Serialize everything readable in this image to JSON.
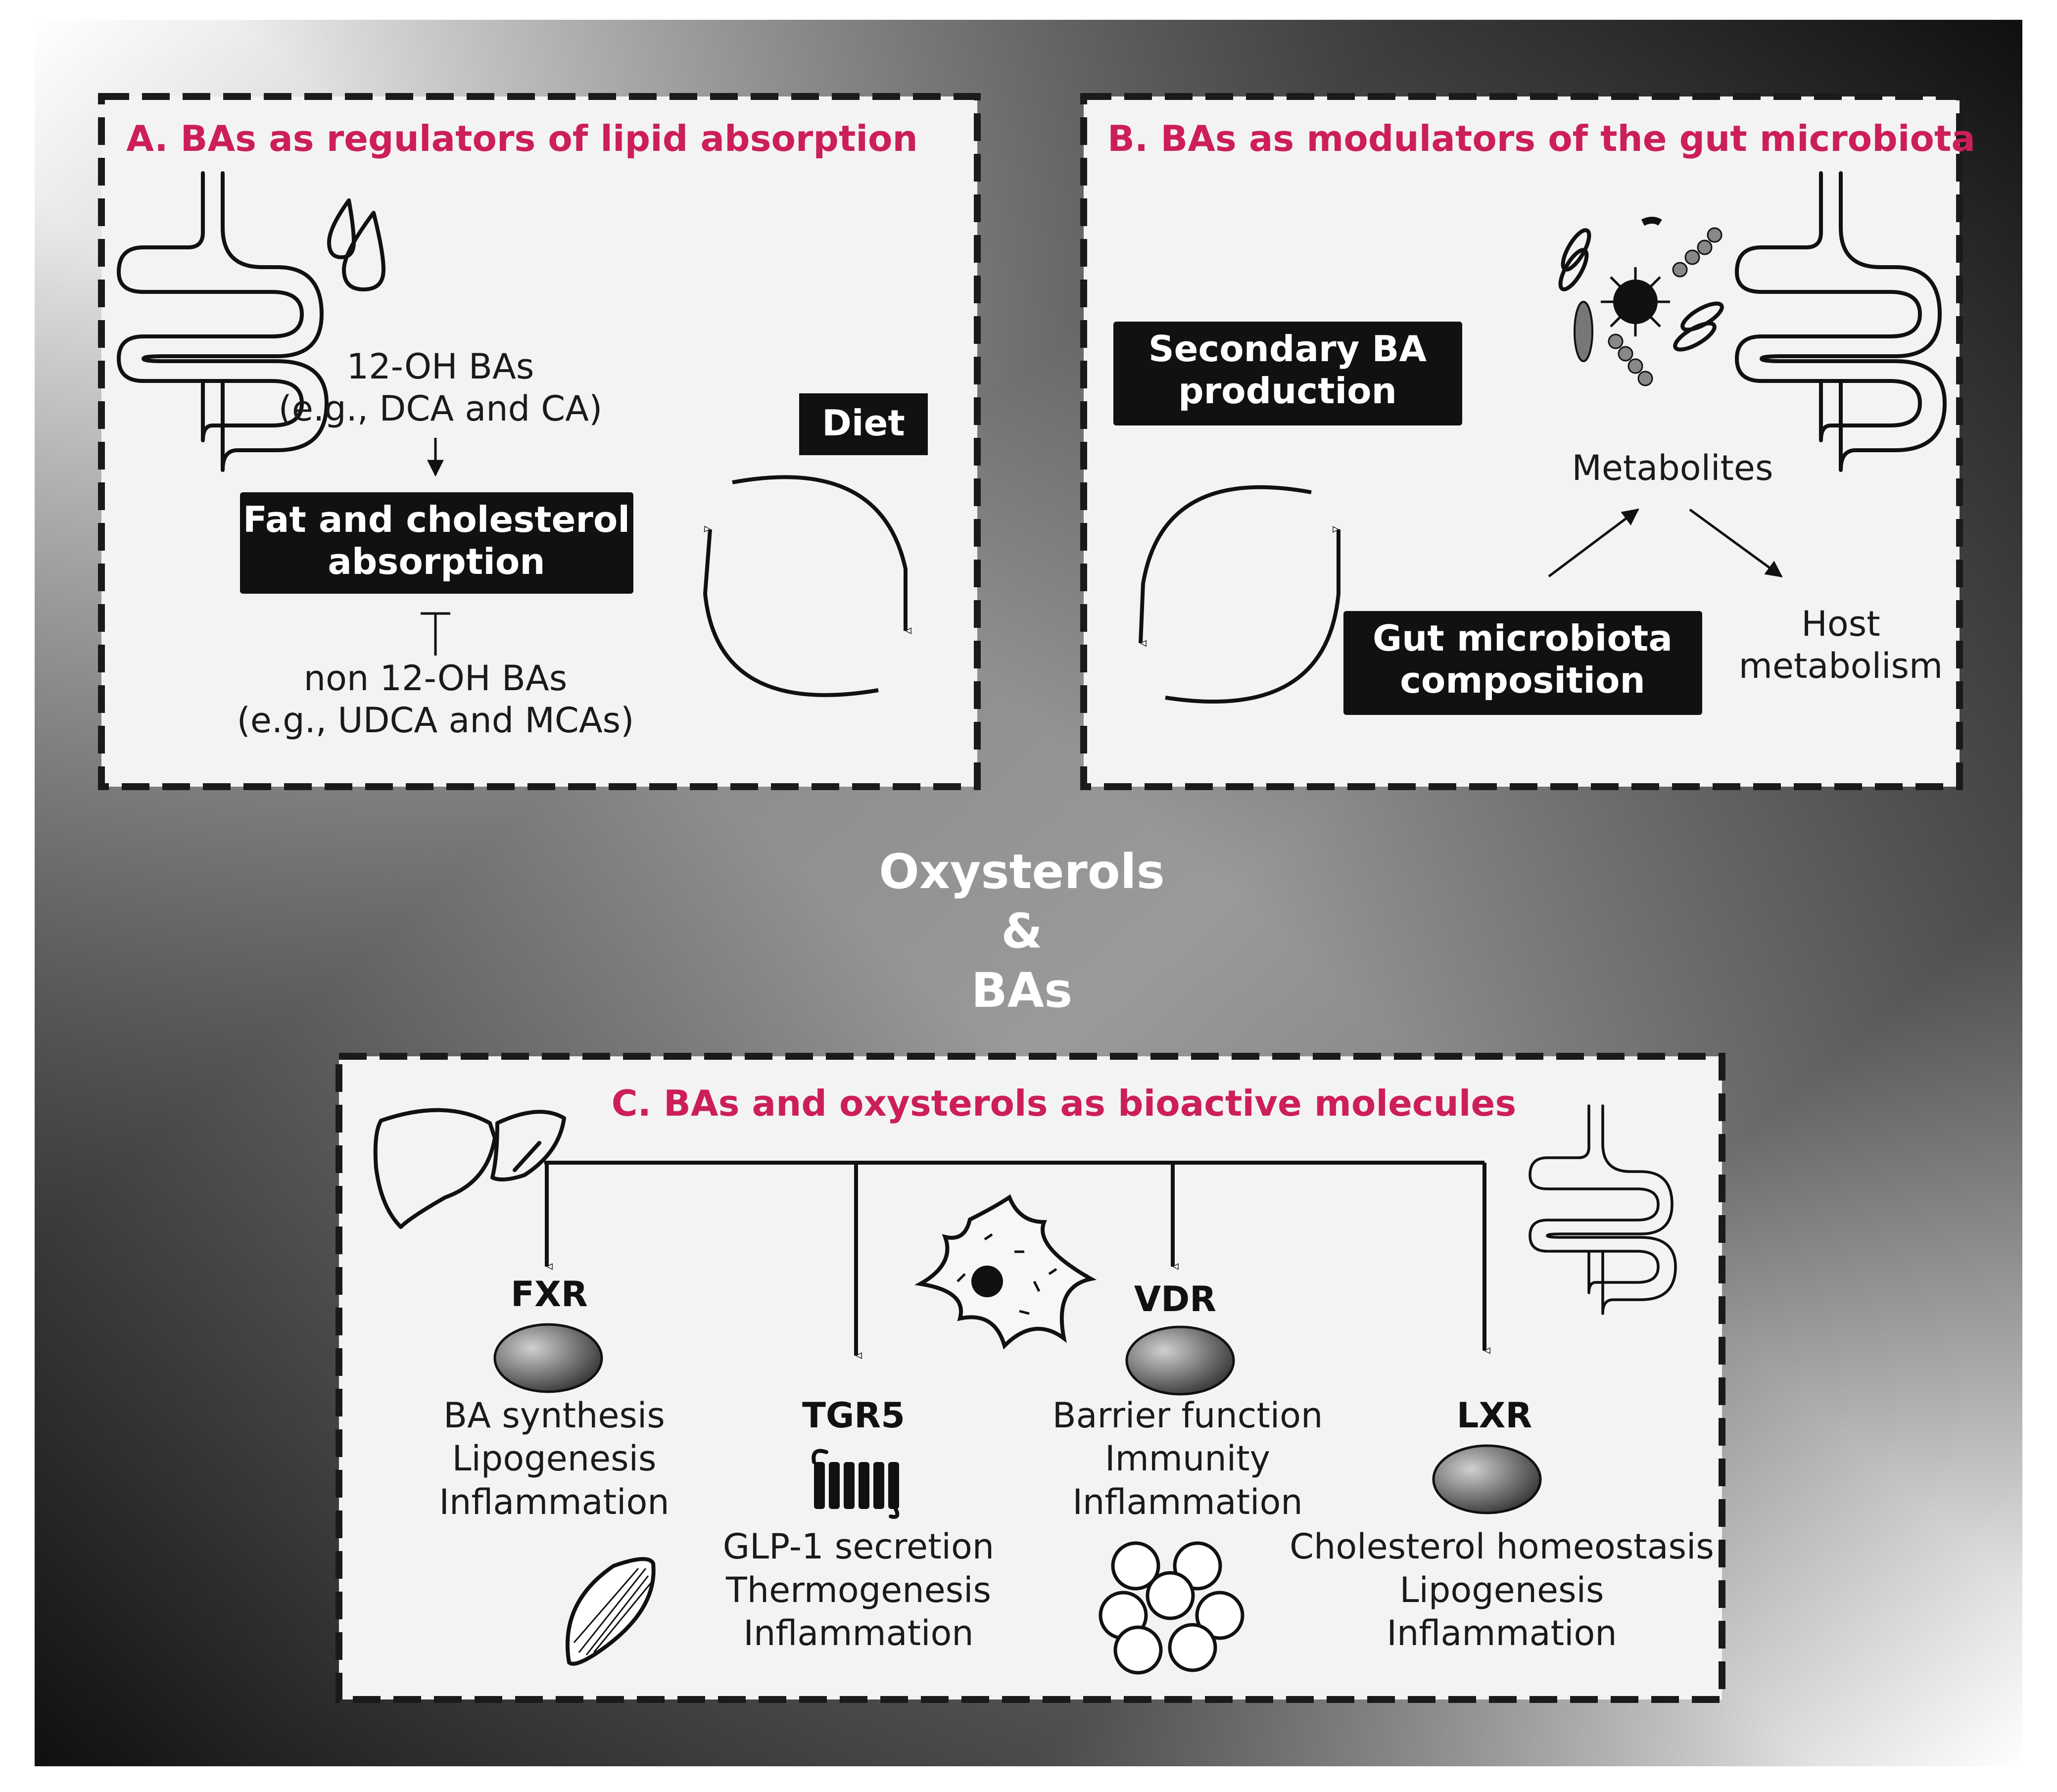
{
  "center": {
    "line1": "Oxysterols",
    "line2": "&",
    "line3": "BAs"
  },
  "panel_a": {
    "title": "A. BAs as regulators of lipid absorption",
    "oh12_line1": "12-OH BAs",
    "oh12_line2": "(e.g., DCA and CA)",
    "box_line1": "Fat and cholesterol",
    "box_line2": "absorption",
    "non12_line1": "non 12-OH BAs",
    "non12_line2": "(e.g., UDCA and MCAs)",
    "diet": "Diet"
  },
  "panel_b": {
    "title": "B. BAs as modulators of the gut microbiota",
    "secondary_line1": "Secondary BA",
    "secondary_line2": "production",
    "metabolites": "Metabolites",
    "gut_line1": "Gut microbiota",
    "gut_line2": "composition",
    "host_line1": "Host",
    "host_line2": "metabolism"
  },
  "panel_c": {
    "title": "C. BAs and oxysterols as bioactive molecules",
    "receptors": [
      {
        "name": "FXR",
        "lines": [
          "BA synthesis",
          "Lipogenesis",
          "Inflammation"
        ]
      },
      {
        "name": "TGR5",
        "lines": [
          "GLP-1 secretion",
          "Thermogenesis",
          "Inflammation"
        ]
      },
      {
        "name": "VDR",
        "lines": [
          "Barrier function",
          "Immunity",
          "Inflammation"
        ]
      },
      {
        "name": "LXR",
        "lines": [
          "Cholesterol homeostasis",
          "Lipogenesis",
          "Inflammation"
        ]
      }
    ]
  },
  "icons": [
    "intestine-icon",
    "droplets-icon",
    "bacteria-icon",
    "liver-icon",
    "macrophage-icon",
    "membrane-receptor-icon",
    "muscle-icon",
    "adipocytes-icon"
  ],
  "colors": {
    "title": "#cc1f5a",
    "box": "#111111",
    "text_on_box": "#ffffff"
  }
}
